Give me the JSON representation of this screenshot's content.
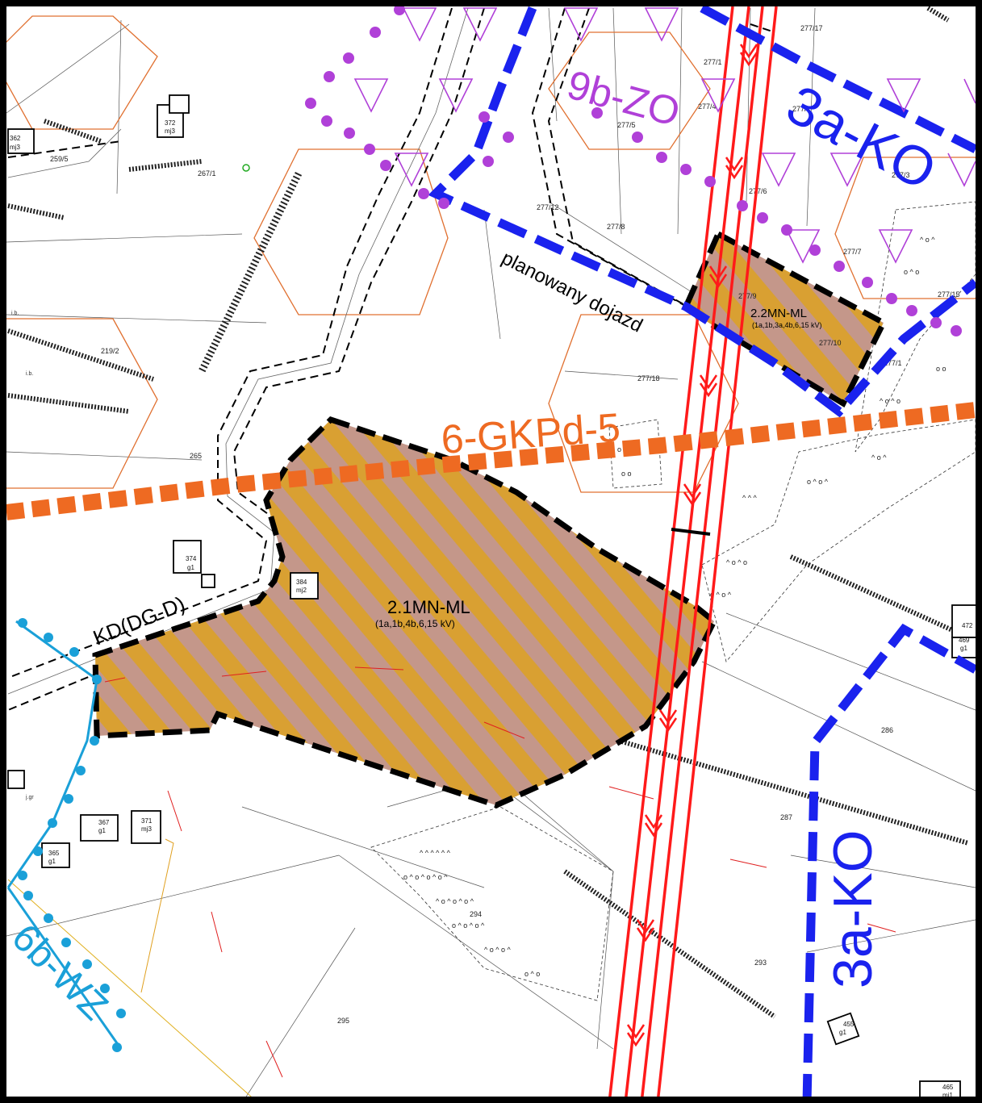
{
  "zones": {
    "zo": {
      "label": "9b-ZO",
      "color": "#b040d8"
    },
    "ko_top": {
      "label": "3a-KO",
      "color": "#1a22ee"
    },
    "ko_right": {
      "label": "3a-KO",
      "color": "#1a22ee"
    },
    "gkpd": {
      "label": "6-GKPd-5",
      "color": "#ee6a22"
    },
    "wz": {
      "label": "6b-WZ",
      "color": "#1aa0d8"
    },
    "road": {
      "label": "KD(DG-D)"
    },
    "access": {
      "label": "planowany dojazd"
    },
    "mn1": {
      "label": "2.1MN-ML",
      "sub": "(1a,1b,4b,6,15 kV)"
    },
    "mn2": {
      "label": "2.2MN-ML",
      "sub": "(1a,1b,3a,4b,6,15 kV)"
    }
  },
  "colors": {
    "hatch_a": "#d9a032",
    "hatch_b": "#c4978a",
    "power": "#ff1a1a",
    "hex": "#e07030",
    "frame": "#000000"
  },
  "parcels": {
    "p259_5": "259/5",
    "p267_1": "267/1",
    "p219_2": "219/2",
    "p265": "265",
    "p277_17": "277/17",
    "p277_1": "277/1",
    "p277_4": "277/4",
    "p277_2": "277/2",
    "p277_5": "277/5",
    "p277_3": "277/3",
    "p277_6": "277/6",
    "p277_12": "277/12",
    "p277_8": "277/8",
    "p277_7": "277/7",
    "p277_9": "277/9",
    "p277_15": "277/15",
    "p277_10": "277/10",
    "p277_1b": "277/1",
    "p277_18": "277/18",
    "p286": "286",
    "p287": "287",
    "p293": "293",
    "p294": "294",
    "p295": "295"
  },
  "buildings": {
    "b362": {
      "num": "362",
      "type": "mj3"
    },
    "b372": {
      "num": "372",
      "type": "mj3"
    },
    "b374": {
      "num": "374",
      "type": "g1"
    },
    "b384": {
      "num": "384",
      "type": "mj2"
    },
    "b367": {
      "num": "367",
      "type": "g1"
    },
    "b371": {
      "num": "371",
      "type": "mj3"
    },
    "b365": {
      "num": "365",
      "type": "g1"
    },
    "b472": {
      "num": "472"
    },
    "b469": {
      "num": "469",
      "type": "g1"
    },
    "b455": {
      "num": "455",
      "type": "g1"
    },
    "b465": {
      "num": "465",
      "type": "mj1"
    }
  },
  "small_labels": {
    "ib1": "i.b.",
    "ib2": "i.b.",
    "jgr": "j.gr"
  }
}
